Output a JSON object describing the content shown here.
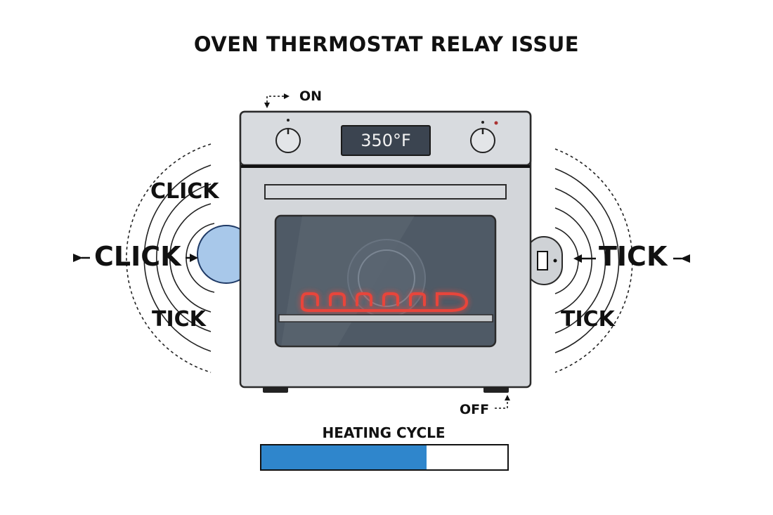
{
  "title": "OVEN THERMOSTAT RELAY ISSUE",
  "display": {
    "temperature": "350°F"
  },
  "labels": {
    "on": "ON",
    "off": "OFF"
  },
  "sounds": {
    "left_top": "CLICK",
    "left_mid": "CLICK",
    "left_bottom": "TICK",
    "right_mid": "TICK",
    "right_bottom": "TICK"
  },
  "progress": {
    "label": "HEATING CYCLE",
    "fraction": 0.67,
    "fill_color": "#2f86cc"
  },
  "colors": {
    "oven_body": "#d3d6da",
    "oven_outline": "#2b2b2b",
    "window": "#4f5a66",
    "heating_element": "#e8443a",
    "relay_left": "#a8c8ea"
  },
  "icons": [
    "knob-left-icon",
    "knob-right-icon",
    "relay-left-icon",
    "relay-right-icon",
    "heating-element-icon",
    "arrow-icon"
  ]
}
